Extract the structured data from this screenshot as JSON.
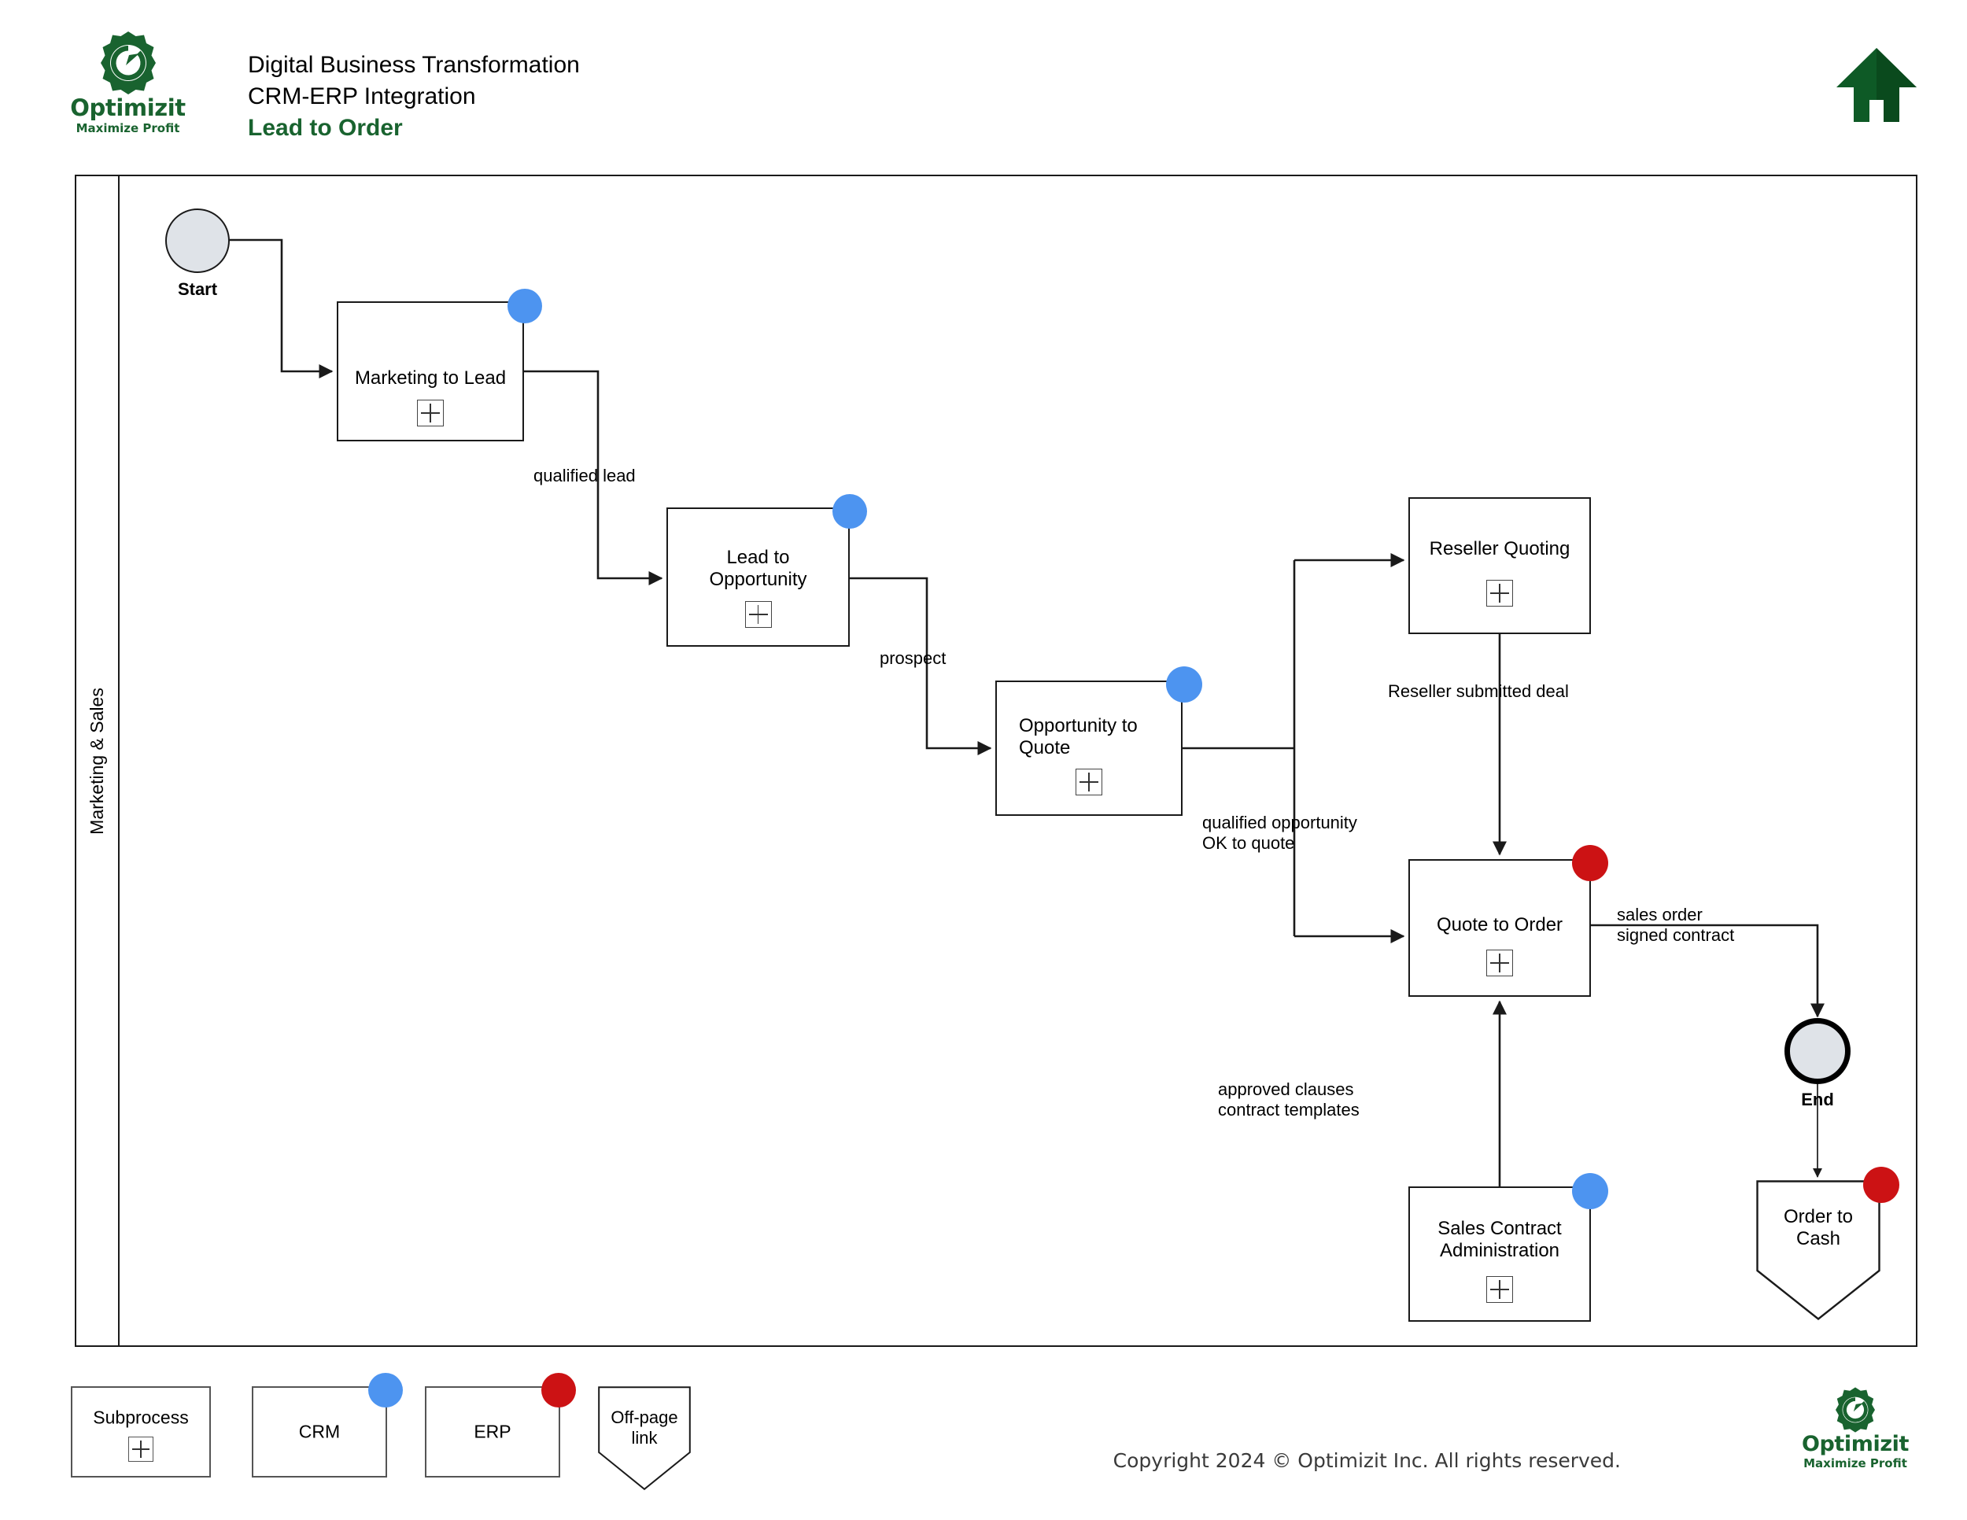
{
  "brand": {
    "name": "Optimizit",
    "tagline": "Maximize Profit",
    "green": "#19632f"
  },
  "header": {
    "line1": "Digital Business Transformation",
    "line2": "CRM-ERP Integration",
    "line3": "Lead to Order",
    "home_icon": "home-icon"
  },
  "pool": {
    "lane_label": "Marketing & Sales"
  },
  "palette": {
    "crm_blue": "#4d94f0",
    "erp_red": "#cc1214",
    "event_fill": "#dfe3e8",
    "stroke": "#1a1a1a"
  },
  "events": {
    "start": {
      "label": "Start"
    },
    "end": {
      "label": "End"
    }
  },
  "nodes": [
    {
      "id": "marketing-to-lead",
      "label": "Marketing to Lead",
      "system": "CRM",
      "badge": "crm",
      "marker": "subprocess-plus"
    },
    {
      "id": "lead-to-opportunity",
      "label": "Lead to\nOpportunity",
      "system": "CRM",
      "badge": "crm",
      "marker": "subprocess-plus"
    },
    {
      "id": "opportunity-to-quote",
      "label": "Opportunity to\nQuote",
      "system": "CRM",
      "badge": "crm",
      "marker": "subprocess-plus"
    },
    {
      "id": "reseller-quoting",
      "label": "Reseller Quoting",
      "system": "",
      "badge": "none",
      "marker": "subprocess-plus"
    },
    {
      "id": "quote-to-order",
      "label": "Quote to Order",
      "system": "ERP",
      "badge": "erp",
      "marker": "subprocess-plus"
    },
    {
      "id": "sales-contract-administration",
      "label": "Sales Contract\nAdministration",
      "system": "CRM",
      "badge": "crm",
      "marker": "subprocess-plus"
    }
  ],
  "offpage": {
    "order_to_cash": {
      "label": "Order to\nCash",
      "badge": "erp"
    }
  },
  "edges": [
    {
      "id": "e1",
      "label": ""
    },
    {
      "id": "e2",
      "label": "qualified lead"
    },
    {
      "id": "e3",
      "label": "prospect"
    },
    {
      "id": "e4",
      "label": "qualified opportunity\nOK to quote"
    },
    {
      "id": "e5",
      "label": "Reseller submitted deal"
    },
    {
      "id": "e6",
      "label": "sales order\nsigned contract"
    },
    {
      "id": "e7",
      "label": "approved clauses\ncontract templates"
    }
  ],
  "edge_labels": {
    "qualified_lead": "qualified lead",
    "prospect": "prospect",
    "qualified_opportunity": "qualified opportunity\nOK to quote",
    "reseller_submitted": "Reseller submitted deal",
    "sales_order": "sales order\nsigned contract",
    "approved_clauses": "approved clauses\ncontract templates"
  },
  "legend": {
    "subprocess": "Subprocess",
    "crm": "CRM",
    "erp": "ERP",
    "offpage": "Off-page\nlink"
  },
  "footer": {
    "copyright": "Copyright 2024 © Optimizit Inc. All rights reserved."
  }
}
